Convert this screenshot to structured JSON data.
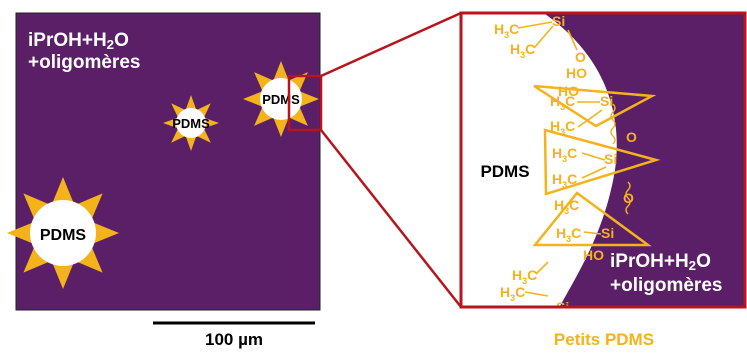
{
  "colors": {
    "background": "#5a1f66",
    "frame_red": "#b8141c",
    "accent_yellow": "#f4b21b",
    "particle_white": "#ffffff",
    "text_black": "#000000"
  },
  "left_panel": {
    "solvent_line1": "iPrOH+H",
    "solvent_sub": "2",
    "solvent_line1_end": "O",
    "solvent_line2": "+oligomères",
    "particle_label": "PDMS",
    "scale_bar_label": "100 µm"
  },
  "zoom_panel": {
    "particle_label": "PDMS",
    "solvent_line1": "iPrOH+H",
    "solvent_sub": "2",
    "solvent_line1_end": "O",
    "solvent_line2": "+oligomères",
    "caption": "Petits PDMS",
    "chem": {
      "h3c_main": "H",
      "h3c_sub": "3",
      "h3c_end": "C",
      "si": "Si",
      "ho": "HO",
      "o": "O"
    }
  }
}
